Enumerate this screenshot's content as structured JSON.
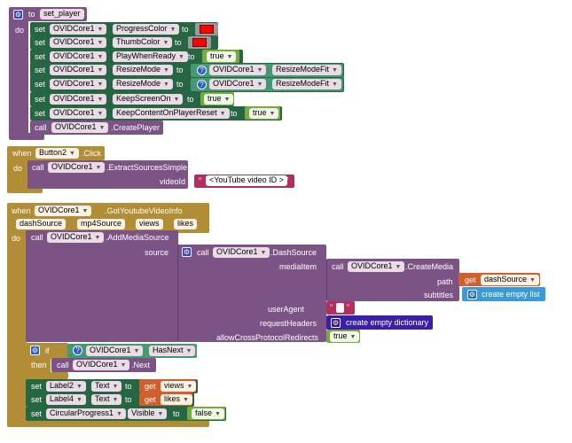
{
  "kw": {
    "to": "to",
    "do": "do",
    "set": "set",
    "call": "call",
    "when": "when",
    "get": "get",
    "if": "if",
    "then": "then"
  },
  "p1": {
    "proc_name": "set_player",
    "rows": [
      {
        "comp": "OVIDCore1",
        "prop": "ProgressColor",
        "value": "color"
      },
      {
        "comp": "OVIDCore1",
        "prop": "ThumbColor",
        "value": "color"
      },
      {
        "comp": "OVIDCore1",
        "prop": "PlayWhenReady",
        "value": "true"
      },
      {
        "comp": "OVIDCore1",
        "prop": "ResizeMode",
        "value_comp": "OVIDCore1",
        "value_prop": "ResizeModeFit"
      },
      {
        "comp": "OVIDCore1",
        "prop": "ResizeMode",
        "value_comp": "OVIDCore1",
        "value_prop": "ResizeModeFit"
      },
      {
        "comp": "OVIDCore1",
        "prop": "KeepScreenOn",
        "value": "true"
      },
      {
        "comp": "OVIDCore1",
        "prop": "KeepContentOnPlayerReset",
        "value": "true"
      }
    ],
    "call_comp": "OVIDCore1",
    "call_method": ".CreatePlayer",
    "color_swatch": "#ff0000"
  },
  "p2": {
    "comp": "Button2",
    "event": ".Click",
    "call_comp": "OVIDCore1",
    "call_method": ".ExtractSourcesSimple",
    "param": "videoId",
    "text_value": "<YouTube video ID >"
  },
  "p3": {
    "comp": "OVIDCore1",
    "event": ".GotYoutubeVideoInfo",
    "params": [
      "dashSource",
      "mp4Source",
      "views",
      "likes"
    ],
    "add_comp": "OVIDCore1",
    "add_method": ".AddMediaSource",
    "source_label": "source",
    "dash_comp": "OVIDCore1",
    "dash_method": ".DashSource",
    "mediaItem_label": "mediaItem",
    "create_comp": "OVIDCore1",
    "create_method": ".CreateMedia",
    "path_label": "path",
    "path_var": "dashSource",
    "subtitles_label": "subtitles",
    "empty_list": "create empty list",
    "userAgent_label": "userAgent",
    "requestHeaders_label": "requestHeaders",
    "empty_dict": "create empty dictionary",
    "allowCross_label": "allowCrossProtocolRedirects",
    "allowCross_value": "true",
    "if_comp": "OVIDCore1",
    "if_prop": "HasNext",
    "next_comp": "OVIDCore1",
    "next_method": ".Next",
    "sets": [
      {
        "comp": "Label2",
        "prop": "Text",
        "var": "views"
      },
      {
        "comp": "Label4",
        "prop": "Text",
        "var": "likes"
      },
      {
        "comp": "CircularProgress1",
        "prop": "Visible",
        "value": "false"
      }
    ]
  },
  "colors": {
    "procedure": "#7c5385",
    "event": "#b18e35",
    "setter": "#266643",
    "component": "#439970",
    "method": "#7c5385",
    "logic": "#77ab41",
    "variable": "#d05f2d",
    "text": "#b32d5e",
    "list": "#3b9bd6",
    "dict": "#3b20a6",
    "control": "#b18e35"
  }
}
